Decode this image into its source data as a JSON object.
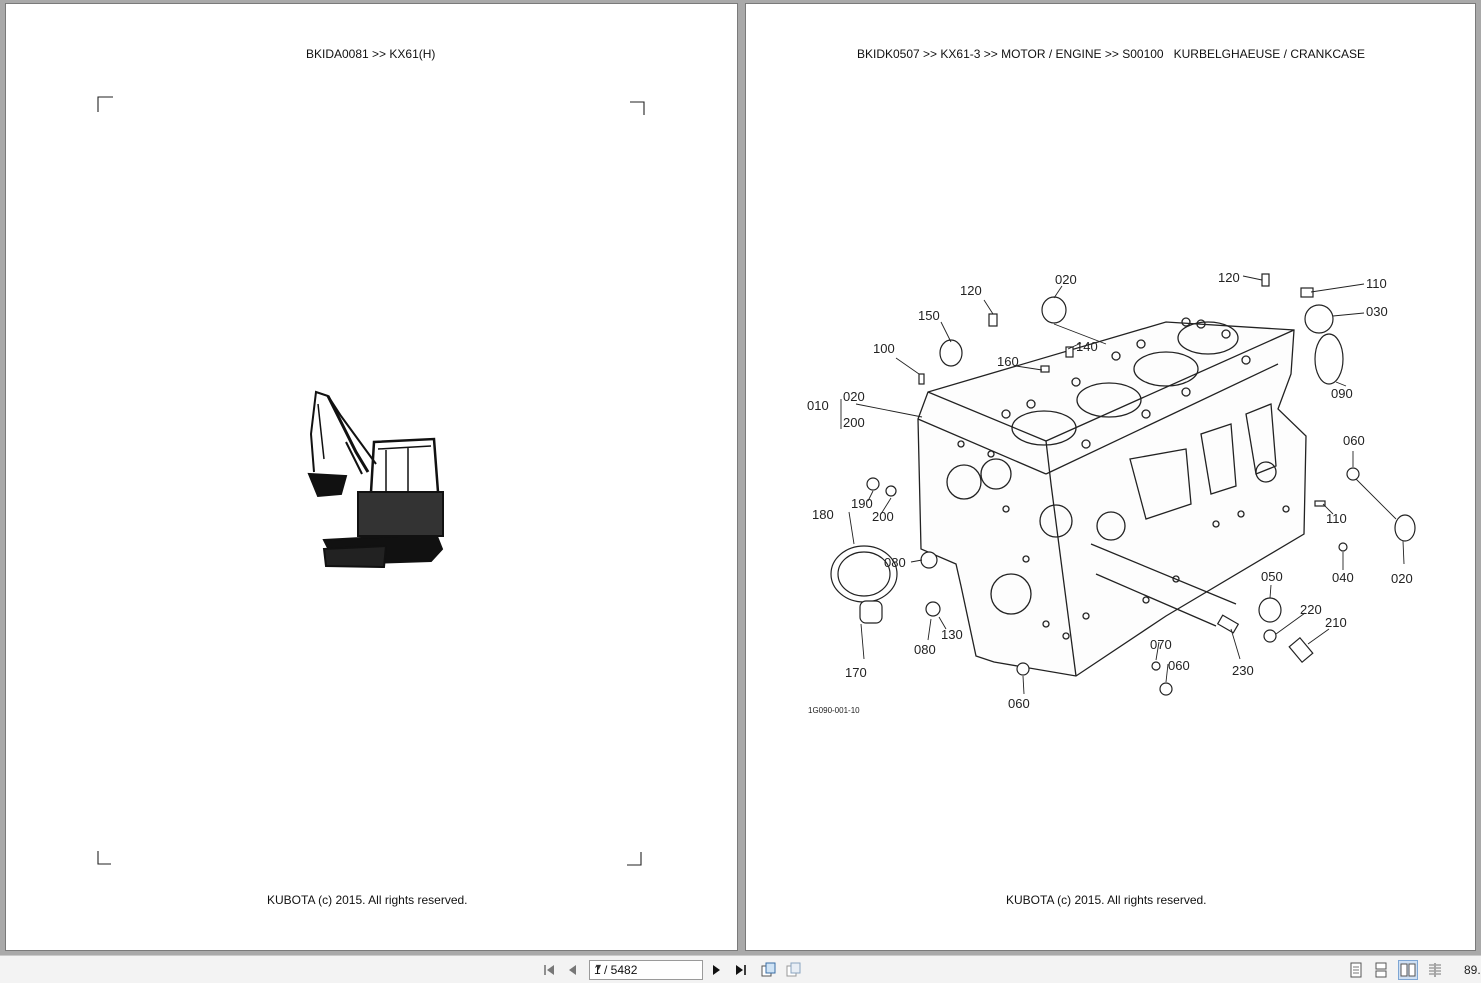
{
  "left_page": {
    "header": "BKIDA0081 >> KX61(H)",
    "footer": "KUBOTA (c) 2015. All rights reserved."
  },
  "right_page": {
    "header": "BKIDK0507 >> KX61-3 >> MOTOR / ENGINE >> S00100   KURBELGHAEUSE / CRANKCASE",
    "footer": "KUBOTA (c) 2015. All rights reserved.",
    "drawing_code": "1G090-001-10",
    "part_labels": [
      "010",
      "020",
      "200",
      "120",
      "150",
      "100",
      "160",
      "140",
      "020",
      "120",
      "110",
      "030",
      "090",
      "060",
      "110",
      "020",
      "040",
      "190",
      "200",
      "180",
      "080",
      "080",
      "130",
      "170",
      "050",
      "220",
      "210",
      "230",
      "070",
      "060",
      "060"
    ]
  },
  "toolbar": {
    "page_value": "1 / 5482",
    "zoom_text": "89.",
    "icons": [
      "first-page-icon",
      "prev-page-icon",
      "page-select-dropdown-icon",
      "next-page-icon",
      "last-page-icon",
      "back-view-icon",
      "forward-view-icon",
      "single-page-icon",
      "continuous-icon",
      "two-page-icon",
      "two-page-continuous-icon"
    ]
  }
}
